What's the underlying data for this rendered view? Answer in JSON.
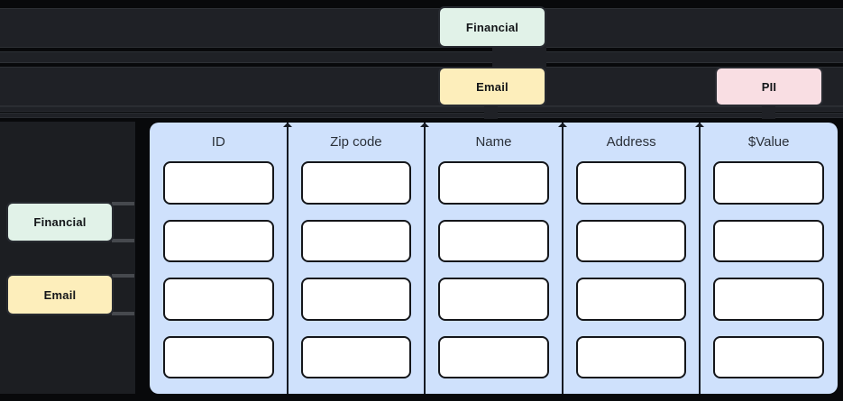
{
  "taxonomy": {
    "parent_tag": "Financial",
    "child_tags": [
      "Email",
      "PII"
    ]
  },
  "sidebar": {
    "tags": [
      "Financial",
      "Email"
    ]
  },
  "table": {
    "columns": [
      {
        "header": "ID"
      },
      {
        "header": "Zip code"
      },
      {
        "header": "Name"
      },
      {
        "header": "Address"
      },
      {
        "header": "$Value"
      }
    ],
    "rows_per_column": 4,
    "cells_empty": true
  },
  "colors": {
    "background": "#08090b",
    "bar": "#1f2126",
    "sidebar_panel": "#1c1e22",
    "table_panel_blue": "#cfe1fc",
    "cell_white": "#ffffff",
    "tag_financial_green": "#e1f2e8",
    "tag_email_yellow": "#fdeebb",
    "tag_pii_pink": "#f9dee3",
    "chip_border": "#282b31",
    "divider_dark": "#161a22"
  }
}
